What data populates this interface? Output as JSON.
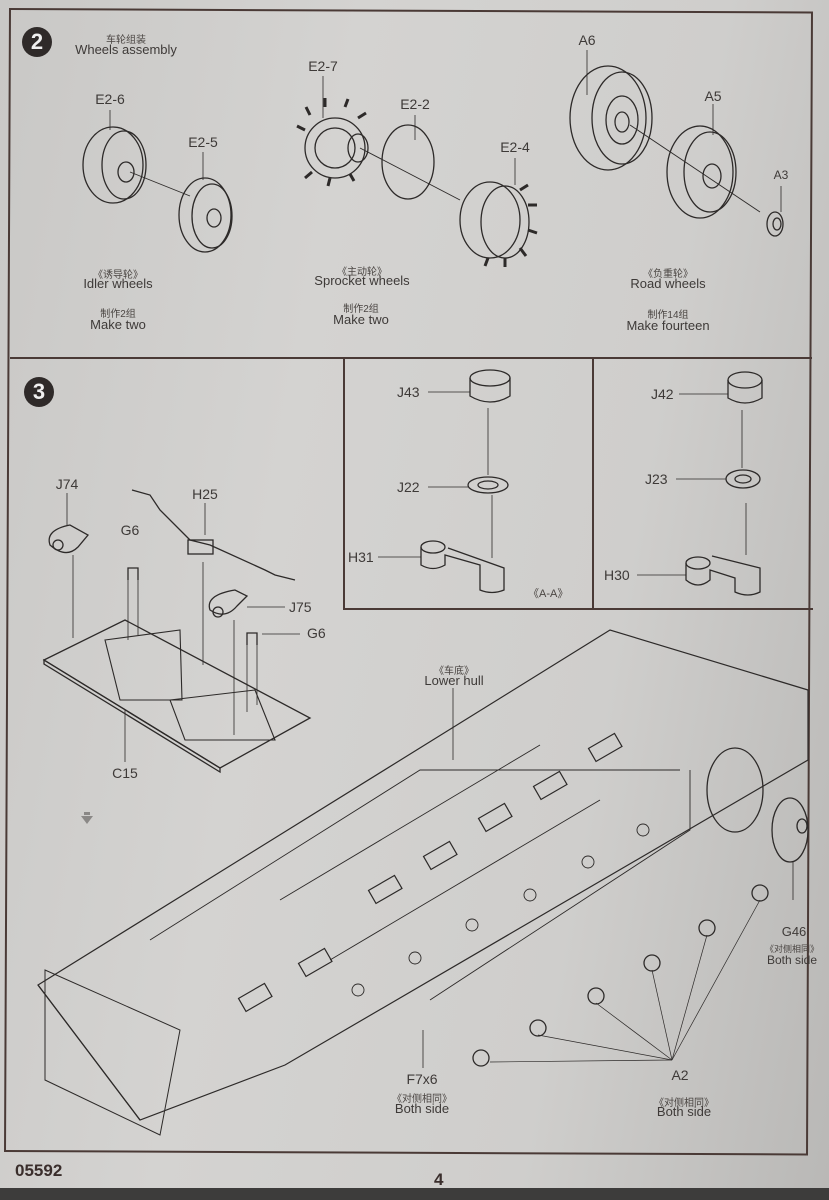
{
  "document": {
    "product_code": "05592",
    "page_number": "4"
  },
  "step2": {
    "number": "2",
    "title_cn": "车轮组装",
    "title_en": "Wheels assembly",
    "groups": [
      {
        "name_cn": "《诱导轮》",
        "name_en": "Idler wheels",
        "qty_cn": "制作2组",
        "qty_en": "Make two",
        "parts": [
          "E2-6",
          "E2-5"
        ]
      },
      {
        "name_cn": "《主动轮》",
        "name_en": "Sprocket wheels",
        "qty_cn": "制作2组",
        "qty_en": "Make two",
        "parts": [
          "E2-7",
          "E2-2",
          "E2-4"
        ]
      },
      {
        "name_cn": "《负重轮》",
        "name_en": "Road wheels",
        "qty_cn": "制作14组",
        "qty_en": "Make fourteen",
        "parts": [
          "A6",
          "A5",
          "A3"
        ]
      }
    ]
  },
  "step3": {
    "number": "3",
    "floor_parts": [
      "J74",
      "H25",
      "G6",
      "J75",
      "G6",
      "C15"
    ],
    "detail_a": {
      "parts": [
        "J43",
        "J22",
        "H31"
      ],
      "caption": "《A-A》"
    },
    "detail_b": {
      "parts": [
        "J42",
        "J23",
        "H30"
      ]
    },
    "hull": {
      "name_cn": "《车底》",
      "name_en": "Lower hull"
    },
    "callouts": [
      {
        "part": "G46",
        "note_cn": "《对侧相同》",
        "note_en": "Both side"
      },
      {
        "part": "F7x6",
        "note_cn": "《对侧相同》",
        "note_en": "Both side"
      },
      {
        "part": "A2",
        "note_cn": "《对侧相同》",
        "note_en": "Both side"
      }
    ]
  },
  "icons": {
    "step_arrow": "down-arrow-icon"
  },
  "colors": {
    "ink": "#3e3a38",
    "frame": "#4a3a36",
    "paper": "#cfcecc",
    "badge": "#2f2a29"
  }
}
